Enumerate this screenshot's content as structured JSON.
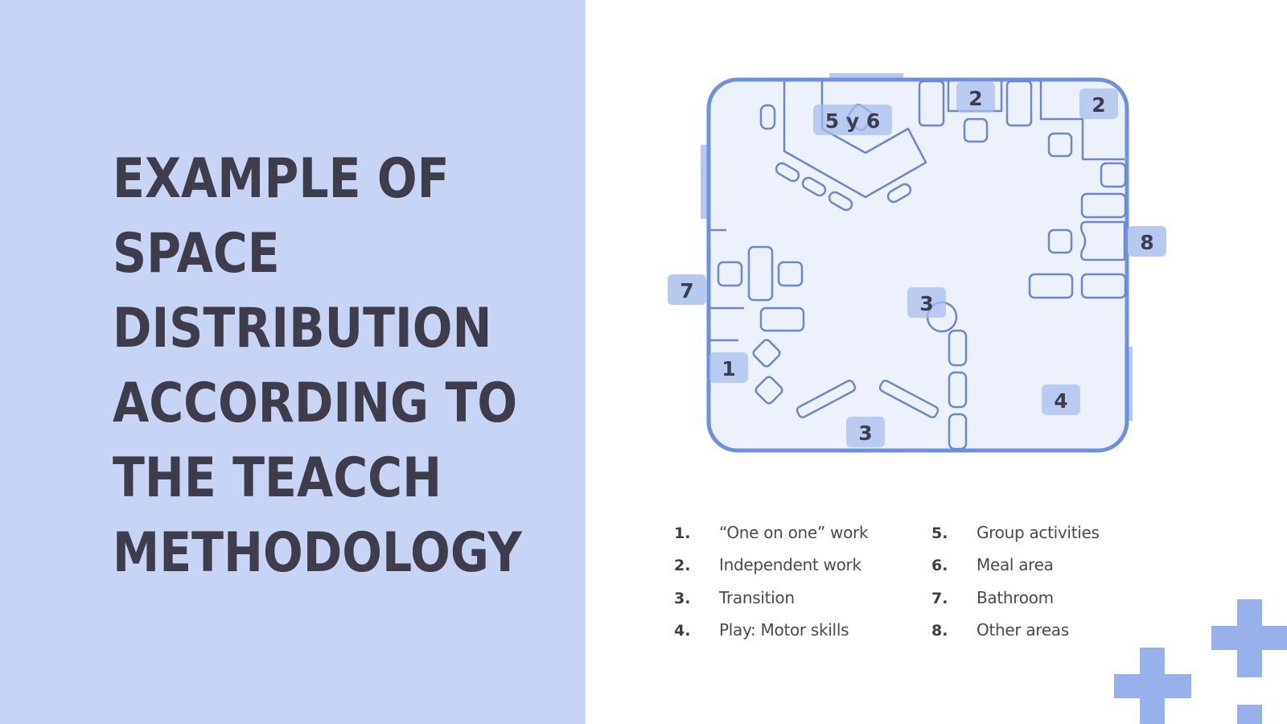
{
  "slide": {
    "title_lines": [
      "EXAMPLE OF",
      "SPACE",
      "DISTRIBUTION",
      "ACCORDING TO",
      "THE TEACCH",
      "METHODOLOGY"
    ],
    "colors": {
      "left_panel": "#c7d4f4",
      "title_text": "#3f3d4b",
      "room_fill": "#ecf1fc",
      "room_border": "#6f8fe0",
      "furniture_stroke": "#6a87cf",
      "label_fill": "#b8c9f1",
      "decoration": "#98b0ec"
    }
  },
  "floorplan": {
    "labels": {
      "l56": "5 y 6",
      "l2a": "2",
      "l2b": "2",
      "l8": "8",
      "l7": "7",
      "l3a": "3",
      "l1": "1",
      "l3b": "3",
      "l4": "4"
    }
  },
  "legend": {
    "items": [
      {
        "num": "1.",
        "label": "“One on one” work"
      },
      {
        "num": "5.",
        "label": "Group activities"
      },
      {
        "num": "2.",
        "label": "Independent work"
      },
      {
        "num": "6.",
        "label": "Meal area"
      },
      {
        "num": "3.",
        "label": "Transition"
      },
      {
        "num": "7.",
        "label": "Bathroom"
      },
      {
        "num": "4.",
        "label": "Play: Motor skills"
      },
      {
        "num": "8.",
        "label": "Other areas"
      }
    ]
  }
}
